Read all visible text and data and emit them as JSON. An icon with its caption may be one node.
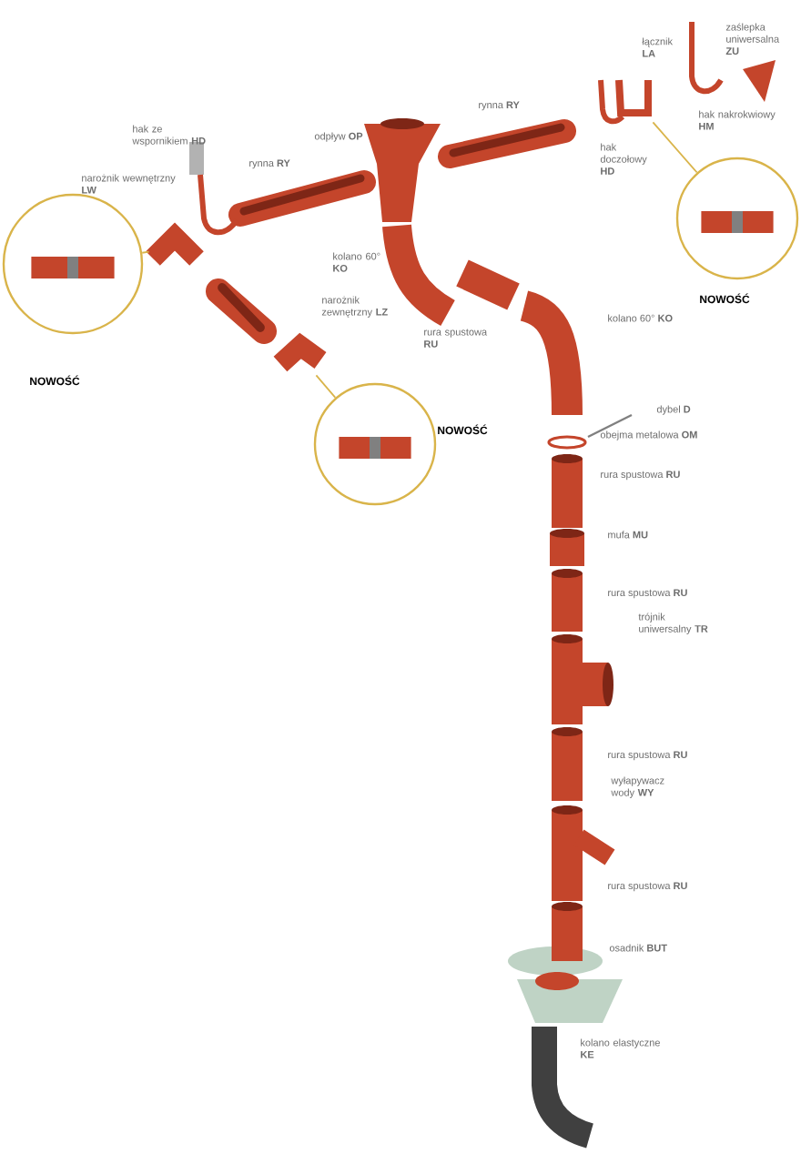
{
  "diagram": {
    "nodes": [
      {
        "text": [
          "NOWOŚĆ"
        ]
      },
      {
        "text": [],
        "shape": "picture"
      },
      {
        "text": [
          "NOWOŚĆ"
        ]
      },
      {
        "text": [],
        "shape": "picture"
      },
      {
        "text": [
          "NOWOŚĆ"
        ]
      },
      {
        "text": [],
        "shape": "picture"
      }
    ],
    "edges": [
      {
        "from": 0,
        "to": 1,
        "arrow": "none"
      },
      {
        "from": 2,
        "to": 3,
        "arrow": "none"
      },
      {
        "from": 4,
        "to": 5,
        "arrow": "none"
      }
    ],
    "labels": [
      "zaślepka uniwersalna **ZU**",
      "łącznik **LA**",
      "hak nakrokwiowy **HM**",
      "hak doczołowy **HD**",
      "rynna **RY**",
      "hak ze wspornikiem **HD**",
      "odpływ **OP**",
      "rynna **RY**",
      "narożnik wewnętrzny **LW**",
      "kolano 60° **KO**",
      "narożnik zewnętrzny **LZ**",
      "rura spustowa **RU**",
      "kolano 60° **KO**",
      "dybel **D**",
      "obejma metalowa **OM**",
      "rura spustowa **RU**",
      "mufa **MU**",
      "rura spustowa **RU**",
      "trójnik uniwersalny **TR**",
      "rura spustowa **RU**",
      "wyłapywacz wody **WY**",
      "rura spustowa **RU**",
      "osadnik **BUT**",
      "kolano elastyczne **KE**"
    ]
  }
}
